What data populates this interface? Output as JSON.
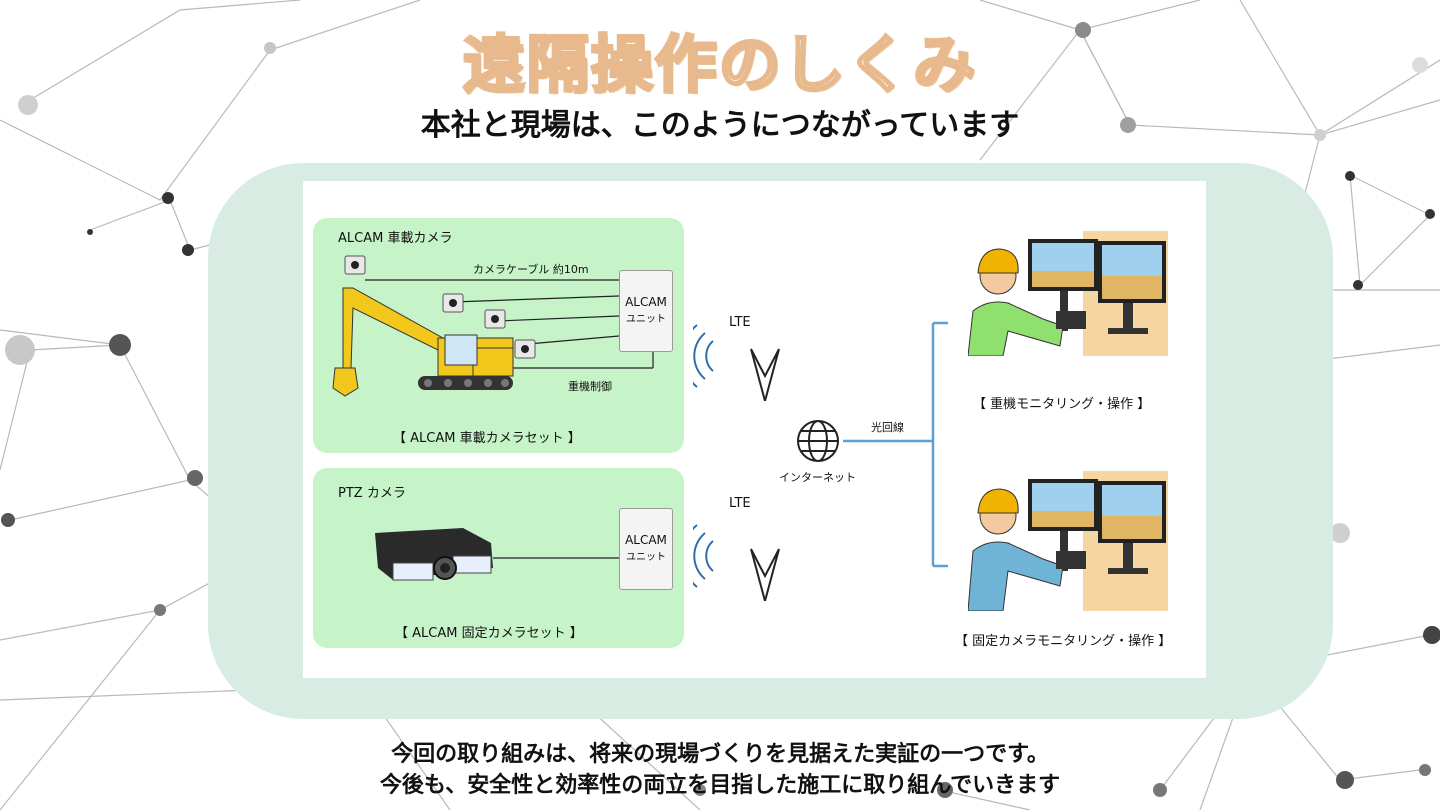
{
  "title": "遠隔操作のしくみ",
  "subtitle": "本社と現場は、このようにつながっています",
  "diagram": {
    "vehicle_set": {
      "heading": "ALCAM 車載カメラ",
      "cable_label": "カメラケーブル 約10m",
      "unit_line1": "ALCAM",
      "unit_line2": "ユニット",
      "control_label": "重機制御",
      "caption": "【 ALCAM 車載カメラセット 】"
    },
    "fixed_set": {
      "heading": "PTZ カメラ",
      "unit_line1": "ALCAM",
      "unit_line2": "ユニット",
      "caption": "【 ALCAM 固定カメラセット 】"
    },
    "lte_top": "LTE",
    "lte_bottom": "LTE",
    "internet_label": "インターネット",
    "fiber_label": "光回線",
    "operator_top_caption": "【 重機モニタリング・操作 】",
    "operator_bottom_caption": "【 固定カメラモニタリング・操作 】"
  },
  "footer": {
    "line1": "今回の取り組みは、将来の現場づくりを見据えた実証の一つです。",
    "line2": "今後も、安全性と効率性の両立を目指した施工に取り組んでいきます"
  },
  "colors": {
    "panel_bg": "#d8ece3",
    "box_green": "#c6f3c8",
    "excavator_yellow": "#f2c81d",
    "line_blue": "#5ba0d6",
    "helmet": "#f0b400"
  }
}
